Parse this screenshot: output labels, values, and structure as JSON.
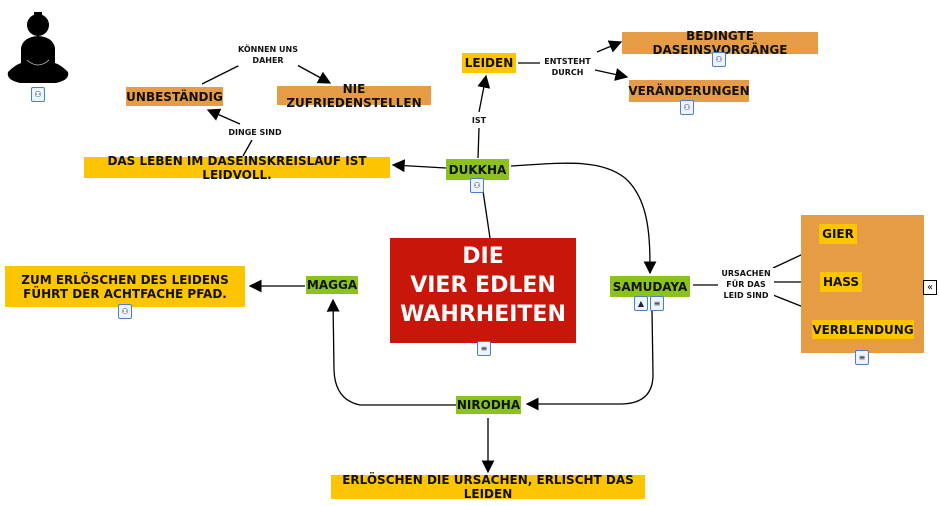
{
  "title_node": {
    "lines": [
      "DIE",
      "VIER EDLEN",
      "WAHRHEITEN"
    ]
  },
  "nodes": {
    "dukkha": "DUKKHA",
    "samudaya": "SAMUDAYA",
    "nirodha": "NIRODHA",
    "magga": "MAGGA",
    "leiden": "LEIDEN",
    "bedingte": "BEDINGTE DASEINSVORGÄNGE",
    "veraenderungen": "VERÄNDERUNGEN",
    "leben": "DAS LEBEN IM DASEINSKREISLAUF IST LEIDVOLL.",
    "unbestaendig": "UNBESTÄNDIG",
    "nie": "NIE ZUFRIEDENSTELLEN",
    "gier": "GIER",
    "hass": "HASS",
    "verblendung": "VERBLENDUNG",
    "zum": "ZUM ERLÖSCHEN DES LEIDENS FÜHRT DER ACHTFACHE PFAD.",
    "erloeschen": "ERLÖSCHEN DIE URSACHEN, ERLISCHT DAS LEIDEN"
  },
  "links": {
    "ist": "IST",
    "entsteht": "ENTSTEHT DURCH",
    "koennen": "KÖNNEN UNS DAHER",
    "dinge": "DINGE SIND",
    "ursachen": "URSACHEN FÜR DAS LEID SIND"
  },
  "colors": {
    "red": "#c8160a",
    "orange": "#e69c45",
    "yellow": "#fdc500",
    "green": "#8cc21c"
  }
}
